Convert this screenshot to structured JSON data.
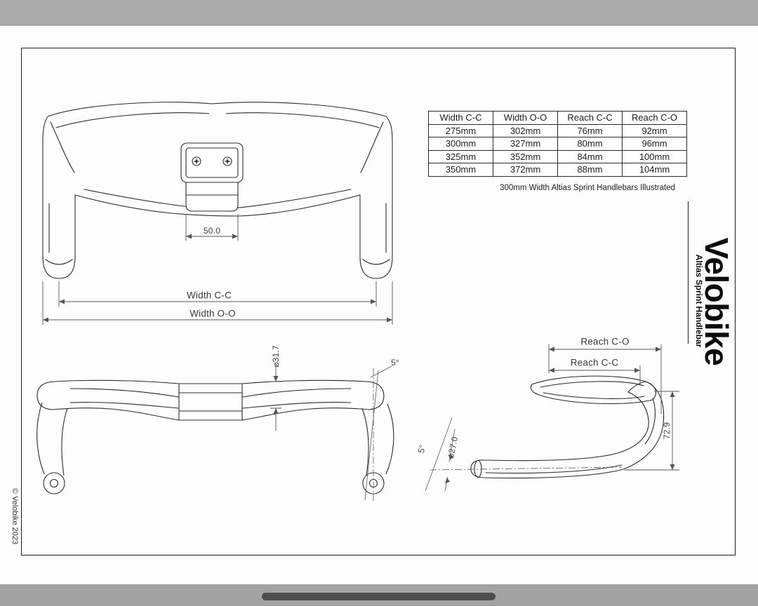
{
  "brand": {
    "name": "Velobike",
    "product": "Altias Sprint Handlebar",
    "copyright": "© Velobike 2023"
  },
  "spec_table": {
    "headers": [
      "Width C-C",
      "Width O-O",
      "Reach C-C",
      "Reach C-O"
    ],
    "rows": [
      [
        "275mm",
        "302mm",
        "76mm",
        "92mm"
      ],
      [
        "300mm",
        "327mm",
        "80mm",
        "96mm"
      ],
      [
        "325mm",
        "352mm",
        "84mm",
        "100mm"
      ],
      [
        "350mm",
        "372mm",
        "88mm",
        "104mm"
      ]
    ],
    "caption": "300mm Width Altias Sprint Handlebars Illustrated"
  },
  "front_view": {
    "clamp_width": "50.0",
    "width_cc": "Width C-C",
    "width_oo": "Width O-O"
  },
  "top_view": {
    "bar_diameter": "⌀31.7",
    "flare_angle": "5°"
  },
  "side_view": {
    "reach_co": "Reach C-O",
    "reach_cc": "Reach C-C",
    "drop_depth": "72.9",
    "tube_diameter": "⌀27.0",
    "end_angle": "5°"
  },
  "colors": {
    "line": "#2b2b2b",
    "dimension": "#555555",
    "chrome_gray": "#ababab"
  }
}
